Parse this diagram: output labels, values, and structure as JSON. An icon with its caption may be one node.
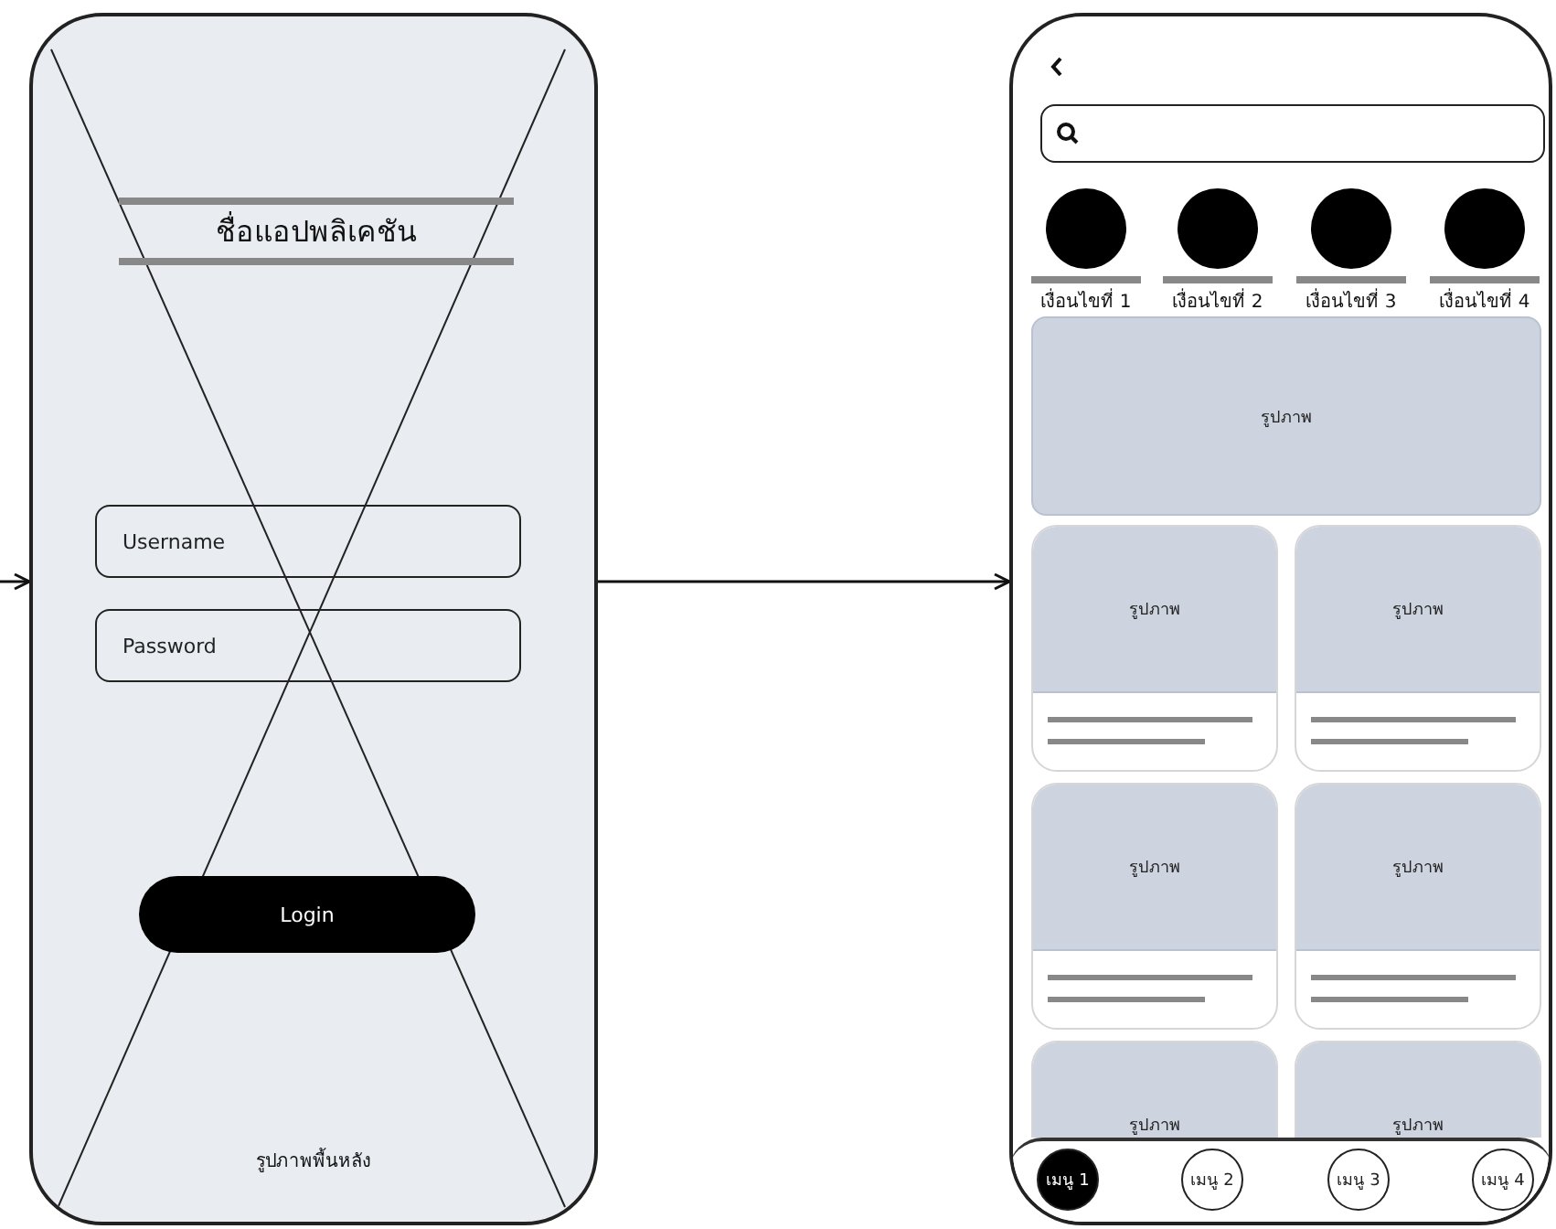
{
  "diagram": {
    "nodes": [
      {
        "text": [
          "รูปภาพพื้นหลัง"
        ]
      },
      {
        "text": [
          "ชื่อแอปพลิเคชัน"
        ],
        "in": 0
      },
      {
        "text": [
          "Username"
        ],
        "in": 0
      },
      {
        "text": [
          "Password"
        ],
        "in": 0
      },
      {
        "text": [
          "Login"
        ],
        "in": 0
      },
      {
        "text": [],
        "shape": "box"
      },
      {
        "text": [],
        "shape": "circle",
        "in": 5,
        "beside": [
          "เงื่อนไขที่ 1"
        ]
      },
      {
        "text": [],
        "shape": "circle",
        "in": 5,
        "beside": [
          "เงื่อนไขที่ 2"
        ]
      },
      {
        "text": [],
        "shape": "circle",
        "in": 5,
        "beside": [
          "เงื่อนไขที่ 3"
        ]
      },
      {
        "text": [],
        "shape": "circle",
        "in": 5,
        "beside": [
          "เงื่อนไขที่ 4"
        ]
      },
      {
        "text": [
          "รูปภาพ"
        ],
        "in": 5
      },
      {
        "text": [
          "รูปภาพ"
        ],
        "in": 5
      },
      {
        "text": [
          "รูปภาพ"
        ],
        "in": 5
      },
      {
        "text": [
          "รูปภาพ"
        ],
        "in": 5
      },
      {
        "text": [
          "รูปภาพ"
        ],
        "in": 5
      },
      {
        "text": [
          "รูปภาพ"
        ],
        "in": 5
      },
      {
        "text": [
          "รูปภาพ"
        ],
        "in": 5
      },
      {
        "text": [],
        "shape": "bar",
        "in": 5
      },
      {
        "text": [
          "เมนู 1"
        ]
      },
      {
        "text": [
          "เมนู 2"
        ]
      },
      {
        "text": [
          "เมนู 3"
        ]
      },
      {
        "text": [
          "เมนู 4"
        ]
      }
    ],
    "edges": [
      {
        "from": null,
        "to": 0,
        "arrow": "to"
      },
      {
        "from": 0,
        "to": 5,
        "arrow": "to"
      }
    ]
  }
}
